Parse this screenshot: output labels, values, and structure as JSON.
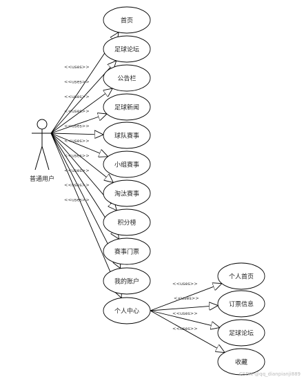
{
  "actor": {
    "label": "普通用户"
  },
  "stereotype": "<<uses>>",
  "use_cases": [
    {
      "id": "home",
      "label": "首页"
    },
    {
      "id": "forum",
      "label": "足球论坛"
    },
    {
      "id": "notice",
      "label": "公告栏"
    },
    {
      "id": "news",
      "label": "足球新闻"
    },
    {
      "id": "team",
      "label": "球队赛事"
    },
    {
      "id": "group",
      "label": "小组赛事"
    },
    {
      "id": "knockout",
      "label": "淘汰赛事"
    },
    {
      "id": "points",
      "label": "积分榜"
    },
    {
      "id": "tickets",
      "label": "赛事门票"
    },
    {
      "id": "account",
      "label": "我的账户"
    },
    {
      "id": "center",
      "label": "个人中心"
    }
  ],
  "sub_use_cases": [
    {
      "id": "personal-home",
      "label": "个人首页"
    },
    {
      "id": "ticket-info",
      "label": "订票信息"
    },
    {
      "id": "sub-forum",
      "label": "足球论坛"
    },
    {
      "id": "favorites",
      "label": "收藏"
    }
  ],
  "watermark": "CSDN @qq_dianpianji889"
}
